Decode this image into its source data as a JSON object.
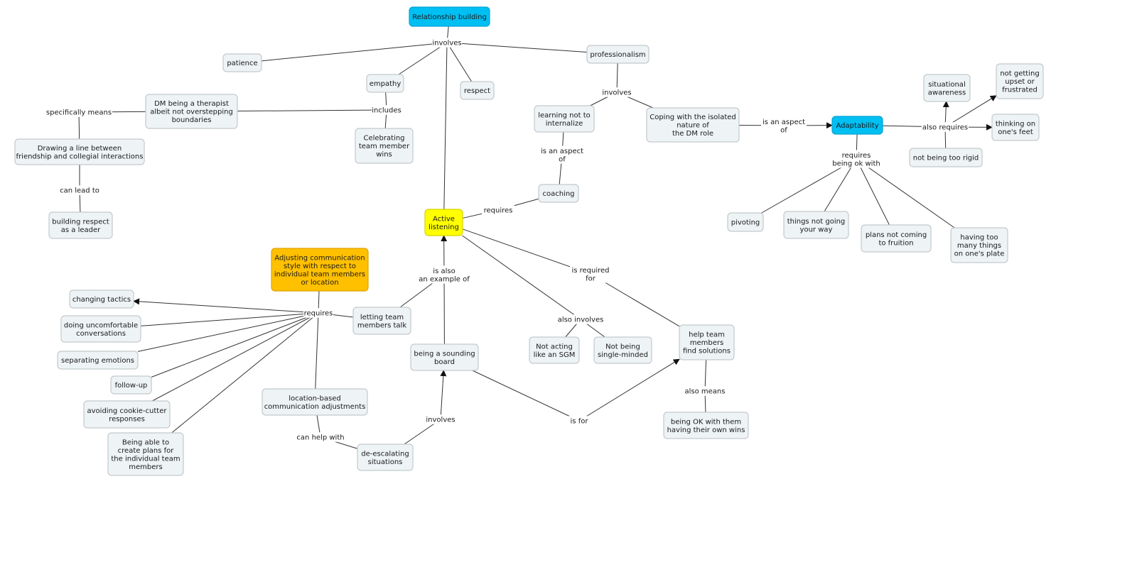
{
  "diagram": {
    "type": "concept-map",
    "colors": {
      "concept_fill": "#eef3f5",
      "concept_border": "#c4c9cc",
      "blue": "#00bff3",
      "yellow": "#ffff00",
      "orange": "#ffc000",
      "line": "#333333"
    },
    "concepts": {
      "relationship_building": "Relationship building",
      "patience": "patience",
      "empathy": "empathy",
      "respect": "respect",
      "professionalism": "professionalism",
      "dm_therapist": "DM being a therapist\nalbeit not overstepping\nboundaries",
      "celebrating": "Celebrating\nteam member\nwins",
      "drawing_line": "Drawing a line between\nfriendship and collegial interactions",
      "building_respect": "building respect\nas a leader",
      "learning_internalize": "learning not to\ninternalize",
      "coping_isolated": "Coping with the isolated\nnature of\nthe DM role",
      "coaching": "coaching",
      "active_listening": "Active\nlistening",
      "adaptability": "Adaptability",
      "situational_awareness": "situational\nawareness",
      "not_upset": "not getting\nupset or\nfrustrated",
      "thinking_feet": "thinking on\none's feet",
      "not_rigid": "not being too rigid",
      "pivoting": "pivoting",
      "things_not_going": "things not going\nyour way",
      "plans_not_coming": "plans not coming\nto fruition",
      "too_many_things": "having too\nmany things\non one's plate",
      "adjusting_comm": "Adjusting communication\nstyle with respect to\nindividual team members\nor location",
      "changing_tactics": "changing tactics",
      "uncomfortable": "doing uncomfortable\nconversations",
      "separating_emotions": "separating emotions",
      "follow_up": "follow-up",
      "cookie_cutter": "avoiding cookie-cutter\nresponses",
      "create_plans": "Being able to\ncreate plans for\nthe individual team\nmembers",
      "letting_talk": "letting team\nmembers talk",
      "location_based": "location-based\ncommunication adjustments",
      "sounding_board": "being a sounding\nboard",
      "de_escalating": "de-escalating\nsituations",
      "not_sgm": "Not acting\nlike an SGM",
      "not_single": "Not being\nsingle-minded",
      "help_solutions": "help team\nmembers\nfind solutions",
      "ok_wins": "being OK with them\nhaving their own wins"
    },
    "links": {
      "involves_1": "involves",
      "includes": "includes",
      "specifically_means": "specifically means",
      "can_lead_to": "can lead to",
      "involves_2": "involves",
      "aspect_1": "is an aspect\nof",
      "aspect_2": "is an aspect\nof",
      "requires_1": "requires",
      "also_requires": "also requires",
      "requires_ok": "requires\nbeing ok with",
      "requires_2": "requires",
      "example_of": "is also\nan example of",
      "required_for": "is required\nfor",
      "also_involves": "also involves",
      "involves_3": "involves",
      "is_for": "is for",
      "also_means": "also means",
      "can_help_with": "can help with"
    }
  }
}
